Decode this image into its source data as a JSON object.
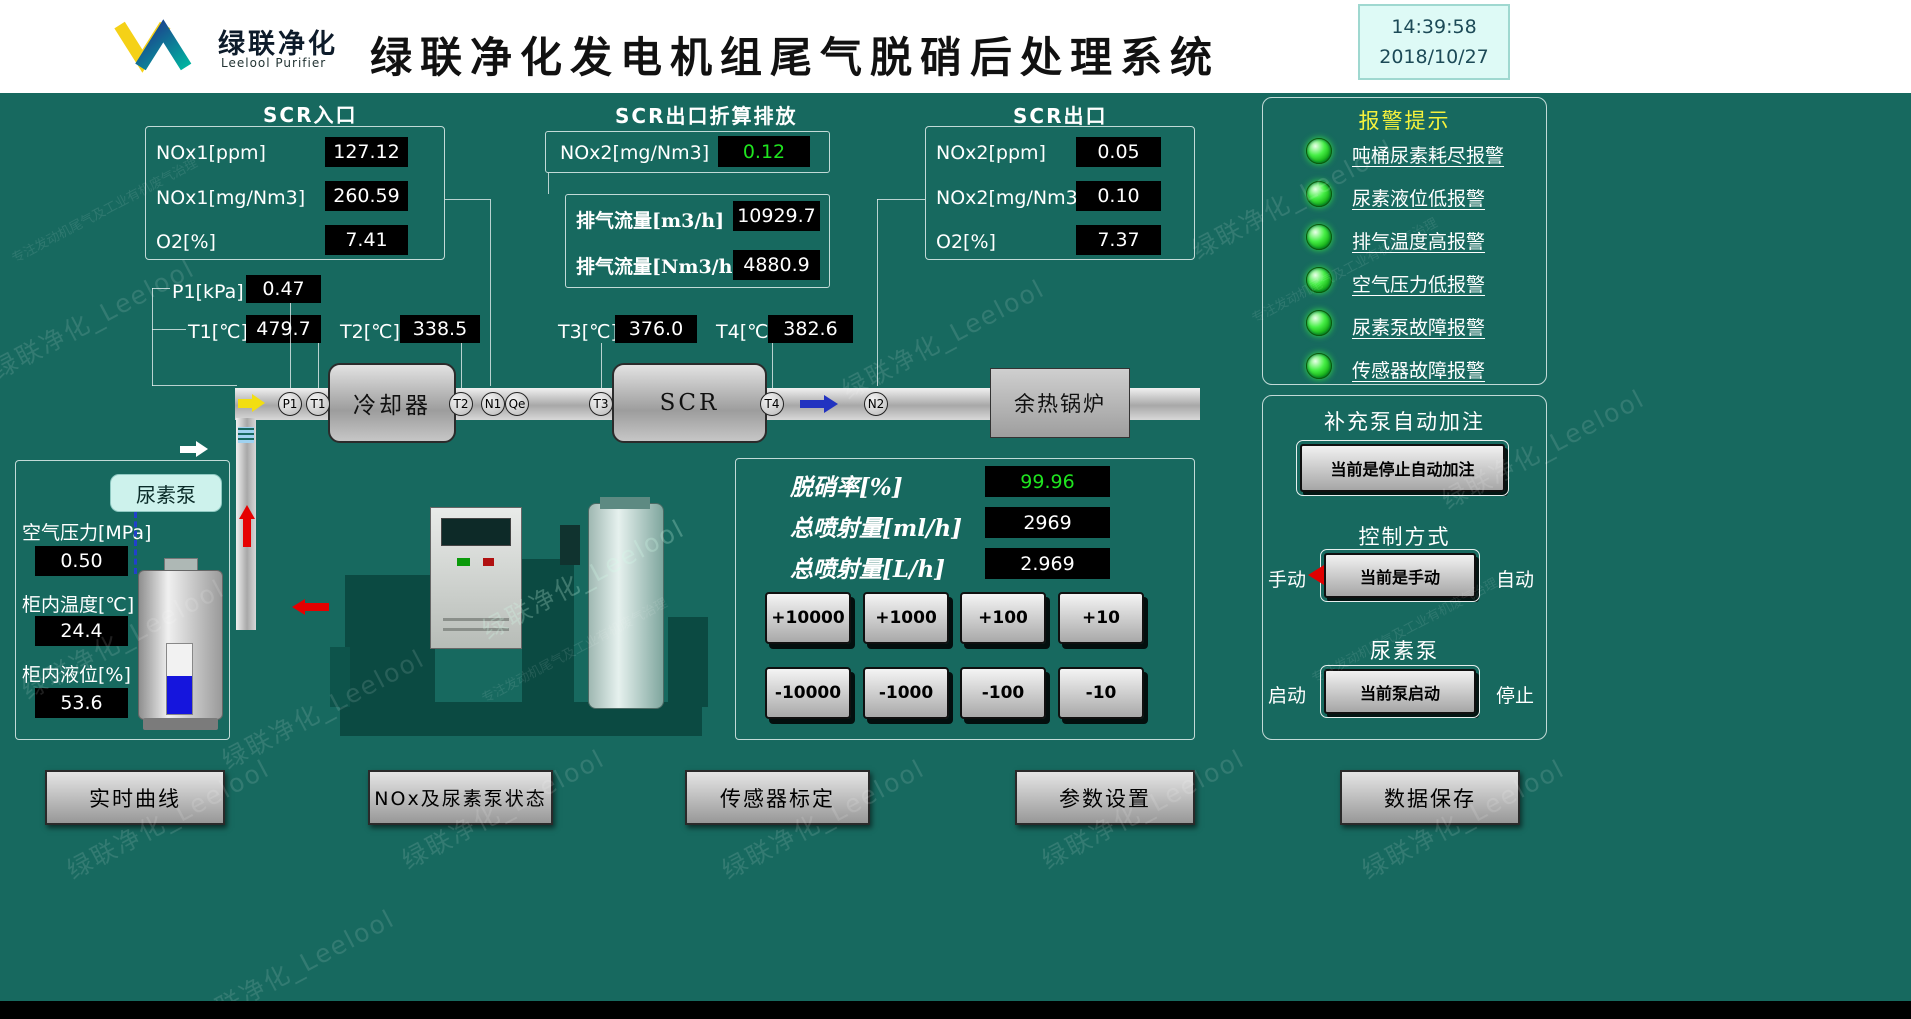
{
  "header": {
    "logo_brand": "绿联净化",
    "logo_sub": "Leelool Purifier",
    "title": "绿联净化发电机组尾气脱硝后处理系统",
    "time": "14:39:58",
    "date": "2018/10/27"
  },
  "inlet": {
    "title": "SCR入口",
    "rows": [
      {
        "label": "NOx1[ppm]",
        "value": "127.12"
      },
      {
        "label": "NOx1[mg/Nm3]",
        "value": "260.59"
      },
      {
        "label": "O2[%]",
        "value": "7.41"
      }
    ]
  },
  "converted": {
    "title": "SCR出口折算排放",
    "nox_label": "NOx2[mg/Nm3]",
    "nox_value": "0.12",
    "flow_rows": [
      {
        "label": "排气流量[m3/h]",
        "value": "10929.7"
      },
      {
        "label": "排气流量[Nm3/h]",
        "value": "4880.9"
      }
    ]
  },
  "outlet": {
    "title": "SCR出口",
    "rows": [
      {
        "label": "NOx2[ppm]",
        "value": "0.05"
      },
      {
        "label": "NOx2[mg/Nm3]",
        "value": "0.10"
      },
      {
        "label": "O2[%]",
        "value": "7.37"
      }
    ]
  },
  "temps": {
    "p1": {
      "label": "P1[kPa]",
      "value": "0.47"
    },
    "t1": {
      "label": "T1[℃]",
      "value": "479.7"
    },
    "t2": {
      "label": "T2[℃]",
      "value": "338.5"
    },
    "t3": {
      "label": "T3[℃]",
      "value": "376.0"
    },
    "t4": {
      "label": "T4[℃]",
      "value": "382.6"
    }
  },
  "diagram": {
    "tags": [
      "P1",
      "T1",
      "T2",
      "N1",
      "Qe",
      "T3",
      "T4",
      "N2"
    ],
    "cooler": "冷却器",
    "scr": "SCR",
    "boiler": "余热锅炉",
    "urea_pump": "尿素泵"
  },
  "cabinet": {
    "rows": [
      {
        "label": "空气压力[MPa]",
        "value": "0.50"
      },
      {
        "label": "柜内温度[℃]",
        "value": "24.4"
      },
      {
        "label": "柜内液位[%]",
        "value": "53.6"
      }
    ]
  },
  "injection": {
    "rows": [
      {
        "label": "脱硝率[%]",
        "value": "99.96"
      },
      {
        "label": "总喷射量[ml/h]",
        "value": "2969"
      },
      {
        "label": "总喷射量[L/h]",
        "value": "2.969"
      }
    ],
    "plus": [
      "+10000",
      "+1000",
      "+100",
      "+10"
    ],
    "minus": [
      "-10000",
      "-1000",
      "-100",
      "-10"
    ]
  },
  "alarms": {
    "title": "报警提示",
    "items": [
      "吨桶尿素耗尽报警",
      "尿素液位低报警",
      "排气温度高报警",
      "空气压力低报警",
      "尿素泵故障报警",
      "传感器故障报警"
    ]
  },
  "controls": {
    "refill_title": "补充泵自动加注",
    "refill_btn": "当前是停止自动加注",
    "mode_title": "控制方式",
    "mode_left": "手动",
    "mode_btn": "当前是手动",
    "mode_right": "自动",
    "pump_title": "尿素泵",
    "pump_left": "启动",
    "pump_btn": "当前泵启动",
    "pump_right": "停止"
  },
  "nav": [
    "实时曲线",
    "NOx及尿素泵状态",
    "传感器标定",
    "参数设置",
    "数据保存"
  ],
  "watermark": "绿联净化_Leelool",
  "watermark_small": "专注发动机尾气及工业有机废气治理",
  "colors": {
    "bg": "#17695f",
    "value_green": "#1fe41f",
    "alarm_title": "#f5f23c"
  }
}
